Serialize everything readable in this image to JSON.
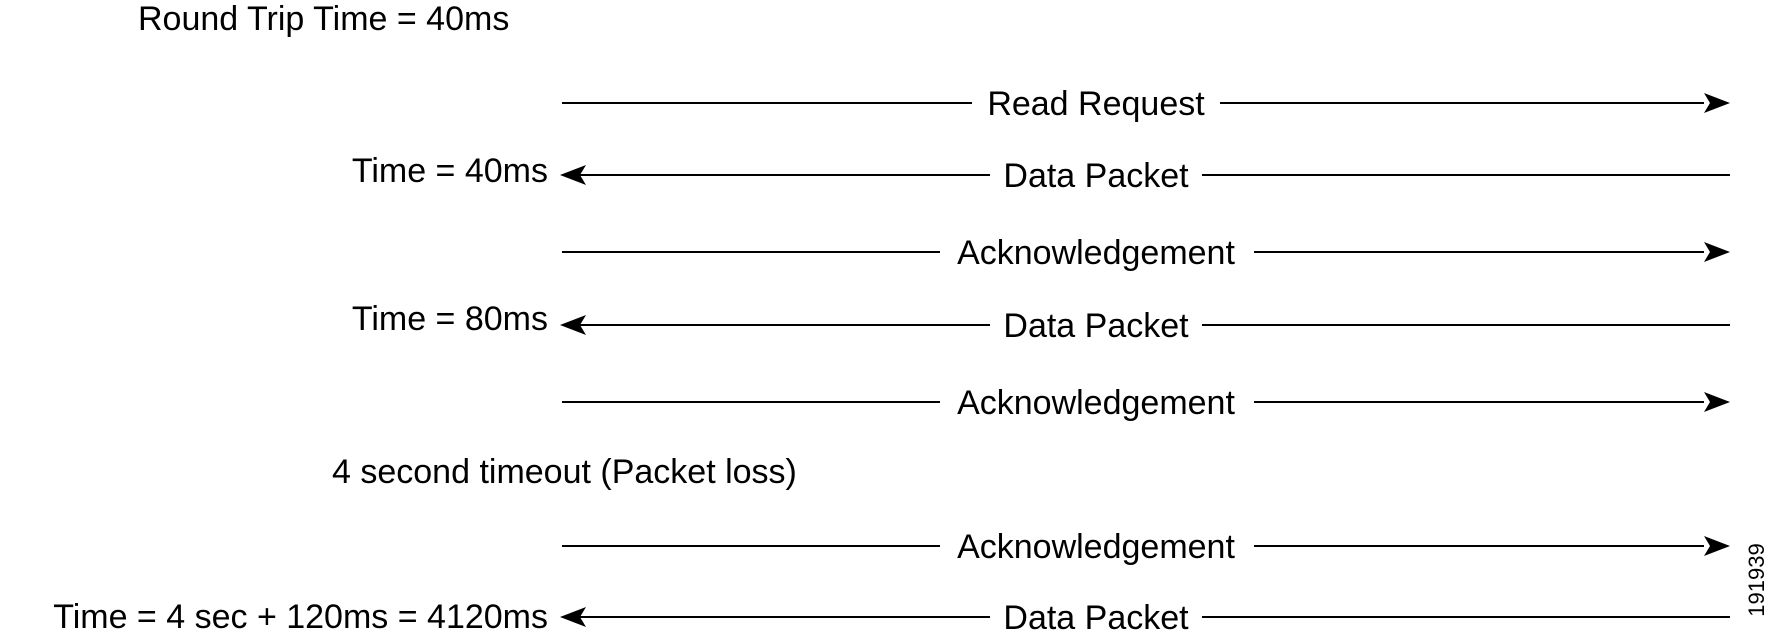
{
  "title": "Round Trip Time = 40ms",
  "figure_id": "191939",
  "rows": [
    {
      "direction": "right",
      "label": "Read Request",
      "time_label": ""
    },
    {
      "direction": "left",
      "label": "Data Packet",
      "time_label": "Time = 40ms"
    },
    {
      "direction": "right",
      "label": "Acknowledgement",
      "time_label": ""
    },
    {
      "direction": "left",
      "label": "Data Packet",
      "time_label": "Time = 80ms"
    },
    {
      "direction": "right",
      "label": "Acknowledgement",
      "time_label": ""
    },
    {
      "direction": "right",
      "label": "Acknowledgement",
      "time_label": ""
    },
    {
      "direction": "left",
      "label": "Data Packet",
      "time_label": "Time = 4 sec + 120ms = 4120ms"
    }
  ],
  "note": "4 second timeout (Packet loss)",
  "colors": {
    "ink": "#000000",
    "background": "#ffffff"
  }
}
